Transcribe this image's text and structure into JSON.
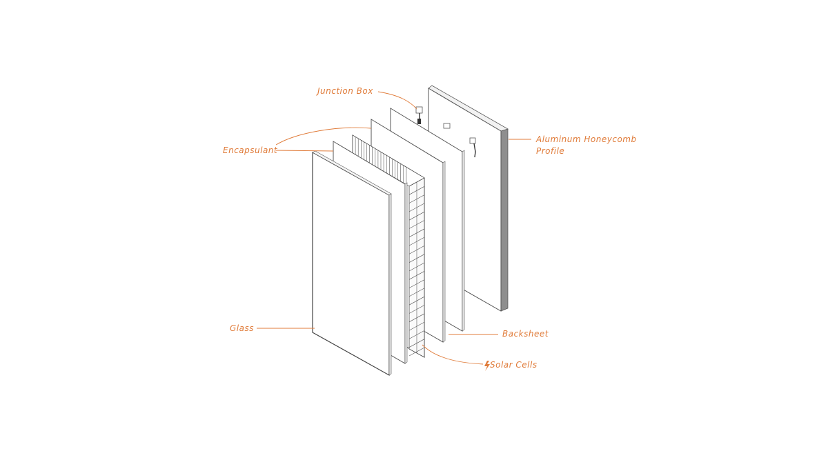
{
  "colors": {
    "accent": "#e07b39",
    "line": "#555555",
    "panel_fill": "#ffffff",
    "frame_edge": "#9a9a9a"
  },
  "labels": {
    "junction_box": "Junction Box",
    "encapsulant": "Encapsulant",
    "aluminum_line1": "Aluminum Honeycomb",
    "aluminum_line2": "Profile",
    "glass": "Glass",
    "backsheet": "Backsheet",
    "solar_cells": "Solar Cells",
    "solar_cells_icon": "lightning-bolt-icon"
  }
}
